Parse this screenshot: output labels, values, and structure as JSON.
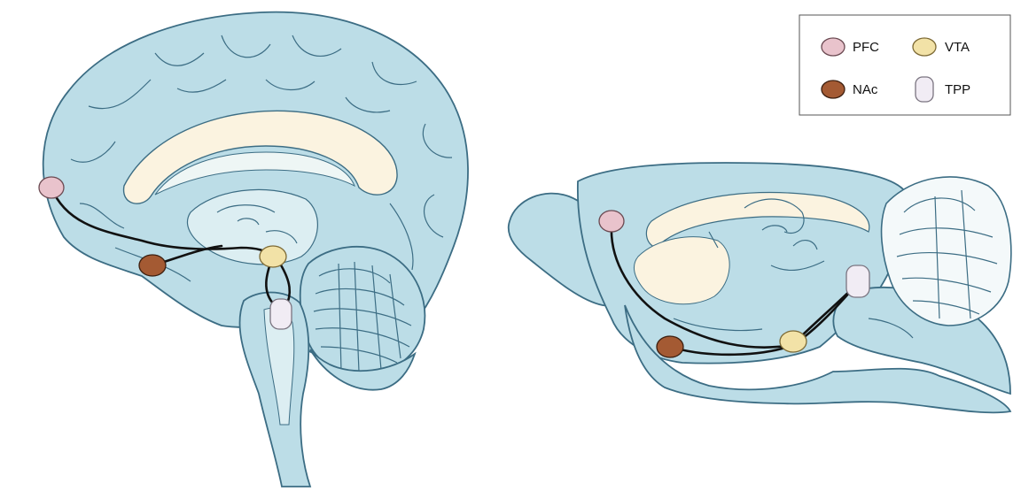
{
  "colors": {
    "brain_fill": "#bcdde7",
    "brain_outline": "#3c6d84",
    "inner_fill": "#fbf3e0",
    "pathway": "#111111",
    "pfc": "#e9c3cc",
    "vta": "#f2e2a7",
    "nac": "#a45a33",
    "tpp": "#f1ecf4"
  },
  "legend": {
    "items": [
      {
        "key": "pfc",
        "label": "PFC"
      },
      {
        "key": "vta",
        "label": "VTA"
      },
      {
        "key": "nac",
        "label": "NAc"
      },
      {
        "key": "tpp",
        "label": "TPP"
      }
    ]
  }
}
